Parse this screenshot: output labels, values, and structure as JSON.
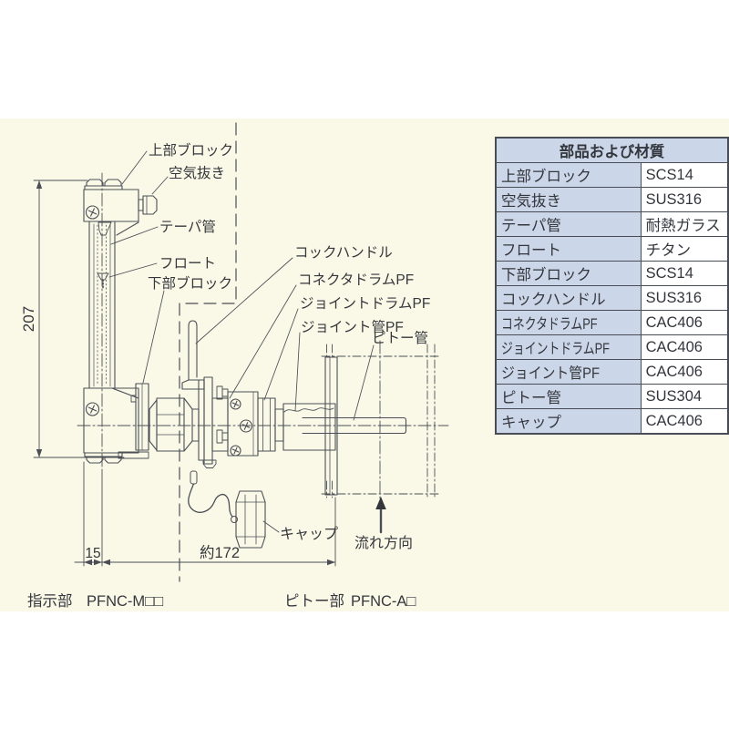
{
  "diagram": {
    "labels": {
      "upper_block": "上部ブロック",
      "air_vent": "空気抜き",
      "taper_tube": "テーパ管",
      "float": "フロート",
      "lower_block": "下部ブロック",
      "cock_handle": "コックハンドル",
      "connector_drum": "コネクタドラムPF",
      "joint_drum": "ジョイントドラムPF",
      "joint_pipe": "ジョイント管PF",
      "pitot_tube": "ピトー管",
      "cap": "キャップ",
      "flow_direction": "流れ方向"
    },
    "dimensions": {
      "height": "207",
      "left_offset": "15",
      "length": "約172"
    },
    "captions": {
      "indicator_label": "指示部",
      "indicator_model": "PFNC-M□□",
      "pitot_label": "ピトー部",
      "pitot_model": "PFNC-A□"
    }
  },
  "table": {
    "title": "部品および材質",
    "rows": [
      {
        "part": "上部ブロック",
        "material": "SCS14"
      },
      {
        "part": "空気抜き",
        "material": "SUS316"
      },
      {
        "part": "テーパ管",
        "material": "耐熱ガラス"
      },
      {
        "part": "フロート",
        "material": "チタン"
      },
      {
        "part": "下部ブロック",
        "material": "SCS14"
      },
      {
        "part": "コックハンドル",
        "material": "SUS316"
      },
      {
        "part": "コネクタドラムPF",
        "material": "CAC406"
      },
      {
        "part": "ジョイントドラムPF",
        "material": "CAC406"
      },
      {
        "part": "ジョイント管PF",
        "material": "CAC406"
      },
      {
        "part": "ピトー管",
        "material": "SUS304"
      },
      {
        "part": "キャップ",
        "material": "CAC406"
      }
    ]
  },
  "colors": {
    "panel_bg": "#faf9e8",
    "line": "#4b4f55",
    "text": "#35373b",
    "table_header_bg": "#ccd6e9",
    "table_cell_bg": "#ffffff",
    "table_border": "#474c55"
  }
}
